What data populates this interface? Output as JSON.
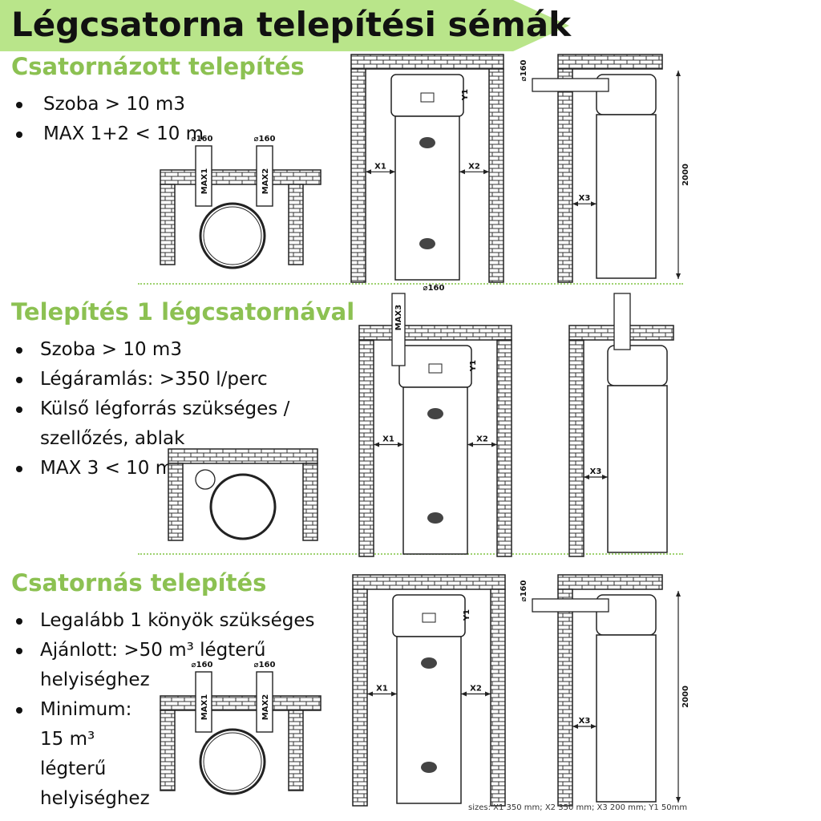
{
  "header": {
    "title": "Légcsatorna telepítési sémák",
    "accent_color": "#b9e58a"
  },
  "sections": [
    {
      "title": "Csatornázott telepítés",
      "bullets": [
        "Szoba   >  10 m3",
        "MAX 1+2 < 10 m"
      ]
    },
    {
      "title": "Telepítés 1 légcsatornával",
      "bullets": [
        "Szoba   >  10 m3",
        "Légáramlás: >350 l/perc",
        "Külső légforrás szükséges / szellőzés, ablak",
        "MAX 3 < 10 m"
      ]
    },
    {
      "title": "Csatornás telepítés",
      "bullets": [
        "Legalább 1 könyök szükséges",
        "Ajánlott: >50 m³ légterű helyiséghez",
        "Minimum: 15 m³ légterű helyiséghez"
      ]
    }
  ],
  "diagram_labels": {
    "dia160": "160",
    "max1": "MAX1",
    "max2": "MAX2",
    "max3": "MAX3",
    "x1": "X1",
    "x2": "X2",
    "x3": "X3",
    "y1": "Y1",
    "h2000": "2000"
  },
  "footnote": "sizes: X1 350 mm; X2 350 mm; X3 200 mm; Y1 50mm"
}
